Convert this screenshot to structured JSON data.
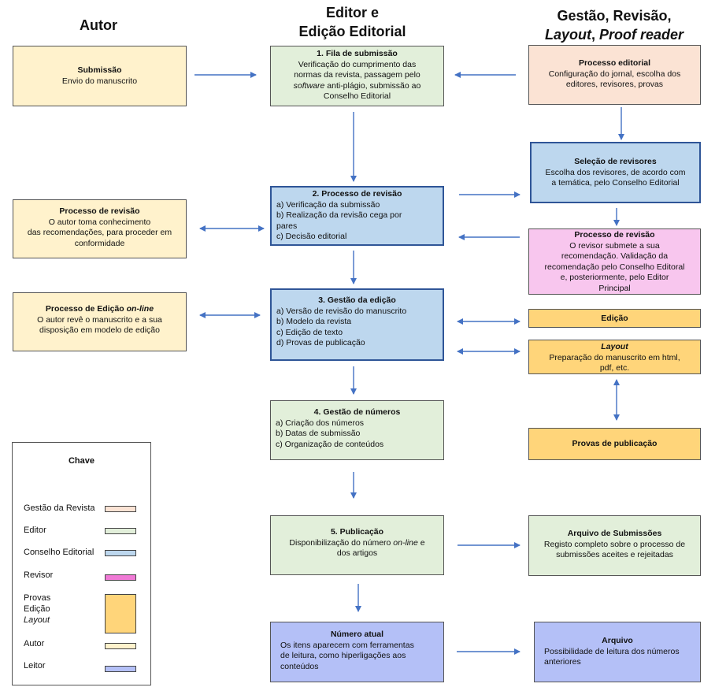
{
  "headers": {
    "autor": "Autor",
    "editor_1": "Editor e",
    "editor_2": "Edição Editorial",
    "gestao_1": "Gestão, Revisão,",
    "gestao_2a": "Layout",
    "gestao_2b": ", ",
    "gestao_2c": "Proof reader"
  },
  "boxes": {
    "submissao": {
      "title": "Submissão",
      "text": "Envio do manuscrito"
    },
    "fila": {
      "title": "1. Fila de submissão",
      "l1": "Verificação do cumprimento das",
      "l2": "normas da revista, passagem pelo",
      "l3a": "software",
      "l3b": " anti-plágio, submissão ao",
      "l4": "Conselho Editorial"
    },
    "processo_editorial": {
      "title": "Processo editorial",
      "l1": "Configuração do jornal, escolha dos",
      "l2": "editores, revisores, provas"
    },
    "selecao": {
      "title": "Seleção de revisores",
      "l1": "Escolha dos revisores, de acordo com",
      "l2": "a temática, pelo Conselho Editorial"
    },
    "revisao": {
      "title": "2. Processo de revisão",
      "a": "a) Verificação da submissão",
      "b1": "b) Realização da revisão cega por",
      "b2": "pares",
      "c": "c) Decisão editorial"
    },
    "autor_revisao": {
      "title": "Processo de revisão",
      "l1": "O autor toma conhecimento",
      "l2": "das recomendações, para proceder em",
      "l3": "conformidade"
    },
    "revisor_revisao": {
      "title": "Processo de revisão",
      "l1": "O revisor submete a sua",
      "l2": "recomendação. Validação da",
      "l3": "recomendação pelo Conselho Editoral",
      "l4": "e, posteriormente, pelo Editor",
      "l5": "Principal"
    },
    "autor_edicao": {
      "title_a": "Processo de  Edição ",
      "title_b": "on-line",
      "l1": "O autor revê o manuscrito e a sua",
      "l2": "disposição em modelo de edição"
    },
    "gestao_edicao": {
      "title": "3. Gestão da edição",
      "a": "a) Versão de revisão do manuscrito",
      "b": "b) Modelo da revista",
      "c": "c) Edição de texto",
      "d": "d) Provas de publicação"
    },
    "edicao": {
      "title": "Edição"
    },
    "layout": {
      "title": "Layout",
      "l1": "Preparação do manuscrito em html,",
      "l2": "pdf, etc."
    },
    "gestao_numeros": {
      "title": "4. Gestão de números",
      "a": "a) Criação dos números",
      "b": "b) Datas de submissão",
      "c": "c) Organização de conteúdos"
    },
    "provas": {
      "title": "Provas de publicação"
    },
    "publicacao": {
      "title": "5. Publicação",
      "l1a": "Disponibilização do número ",
      "l1b": "on-line",
      "l1c": " e",
      "l2": "dos artigos"
    },
    "arquivo_sub": {
      "title": "Arquivo  de Submissões",
      "l1": "Registo completo sobre o processo de",
      "l2": "submissões aceites e rejeitadas"
    },
    "numero_atual": {
      "title": "Número atual",
      "l1": "Os itens aparecem com ferramentas",
      "l2": "de leitura, como hiperligações aos",
      "l3": "conteúdos"
    },
    "arquivo": {
      "title": "Arquivo",
      "l1": "Possibilidade de leitura dos números",
      "l2": "anteriores"
    }
  },
  "legend": {
    "title": "Chave",
    "gestao": "Gestão da Revista",
    "editor": "Editor",
    "conselho": "Conselho Editorial",
    "revisor": "Revisor",
    "provas": "Provas",
    "edicao": "Edição",
    "layout": "Layout",
    "autor": "Autor",
    "leitor": "Leitor"
  },
  "colors": {
    "gestao": "#fbe3d4",
    "editor": "#e2efda",
    "conselho": "#bdd7ee",
    "revisor": "#f8c6ee",
    "provas": "#ffd57a",
    "autor": "#fff2cc",
    "leitor": "#b4c0f7",
    "arrow": "#4472c4"
  }
}
